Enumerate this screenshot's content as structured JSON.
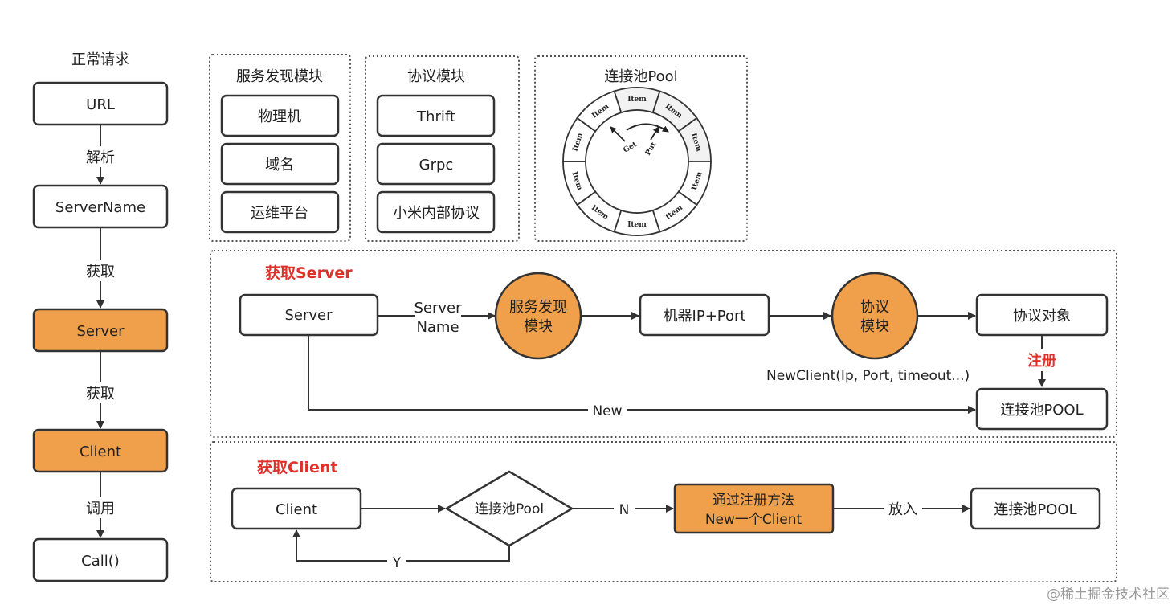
{
  "colors": {
    "accent_orange": "#f0a04b",
    "label_red": "#e0302a",
    "box_stroke": "#333333"
  },
  "left_flow": {
    "title": "正常请求",
    "url": "URL",
    "parse": "解析",
    "server_name": "ServerName",
    "fetch1": "获取",
    "server": "Server",
    "fetch2": "获取",
    "client": "Client",
    "invoke": "调用",
    "call": "Call()"
  },
  "discovery_module": {
    "title": "服务发现模块",
    "items": [
      "物理机",
      "域名",
      "运维平台"
    ]
  },
  "protocol_module": {
    "title": "协议模块",
    "items": [
      "Thrift",
      "Grpc",
      "小米内部协议"
    ]
  },
  "connection_pool": {
    "title": "连接池Pool",
    "item_label": "Item",
    "get_label": "Get",
    "put_label": "Put",
    "items": [
      "Item",
      "Item",
      "Item",
      "Item",
      "Item",
      "Item",
      "Item",
      "Item",
      "Item",
      "Item"
    ]
  },
  "get_server_section": {
    "title": "获取Server",
    "server": "Server",
    "server_name_line1": "Server",
    "server_name_line2": "Name",
    "discovery_line1": "服务发现",
    "discovery_line2": "模块",
    "machine": "机器IP+Port",
    "protocol_line1": "协议",
    "protocol_line2": "模块",
    "protocol_object": "协议对象",
    "new_client_call": "NewClient(Ip, Port, timeout...)",
    "register": "注册",
    "pool": "连接池POOL",
    "new": "New"
  },
  "get_client_section": {
    "title": "获取Client",
    "client": "Client",
    "pool_decision": "连接池Pool",
    "no": "N",
    "yes": "Y",
    "register_line1": "通过注册方法",
    "register_line2": "New一个Client",
    "put_in": "放入",
    "pool": "连接池POOL"
  },
  "watermark": "@稀土掘金技术社区"
}
